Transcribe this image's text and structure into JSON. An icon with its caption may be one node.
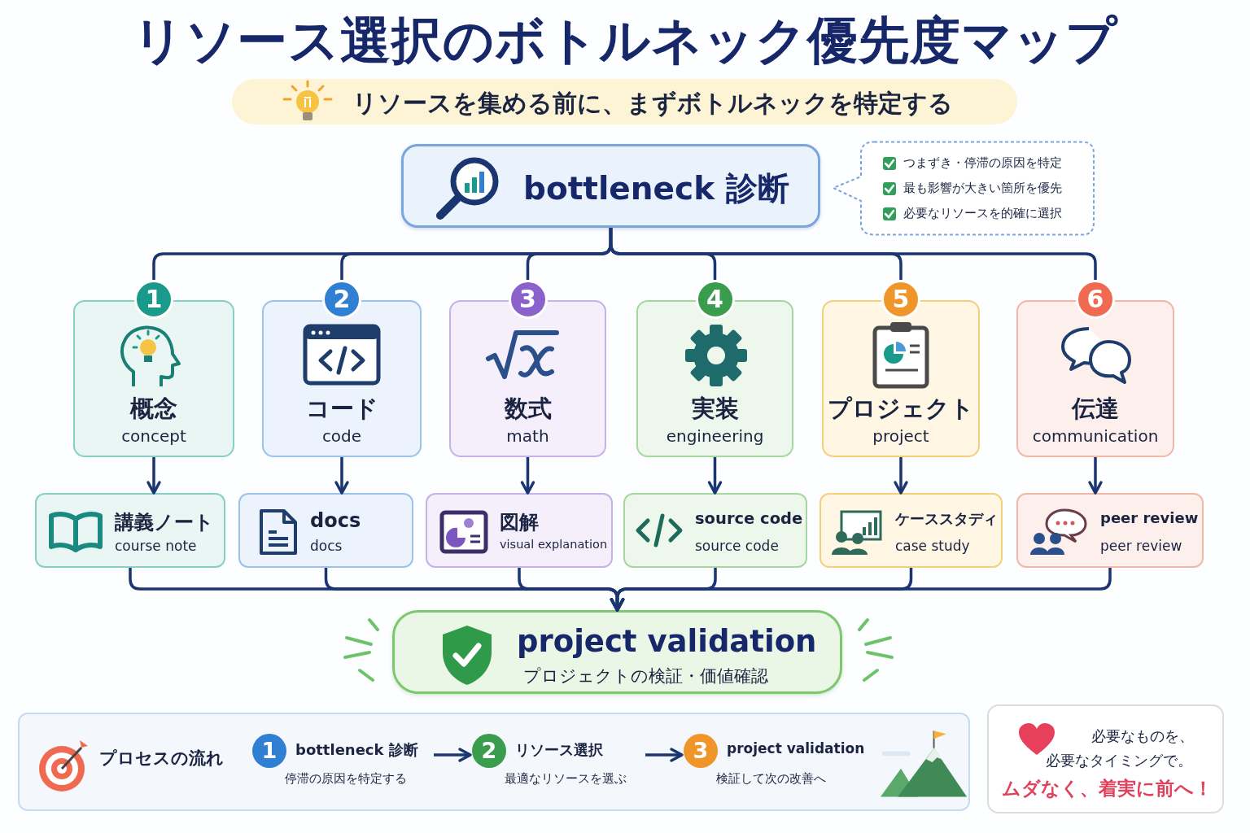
{
  "diagram": {
    "title": "リソース選択のボトルネック優先度マップ",
    "nodes": [
      {
        "text": [
          "リソースを集める前に、まずボトルネックを特定する"
        ]
      },
      {
        "text": [
          "bottleneck 診断"
        ]
      },
      {
        "text": [
          "つまずき・停滞の原因を特定",
          "最も影響が大きい箇所を優先",
          "必要なリソースを的確に選択"
        ]
      },
      {
        "text": [
          "1",
          "概念",
          "concept"
        ]
      },
      {
        "text": [
          "2",
          "コード",
          "code"
        ]
      },
      {
        "text": [
          "3",
          "数式",
          "math"
        ]
      },
      {
        "text": [
          "4",
          "実装",
          "engineering"
        ]
      },
      {
        "text": [
          "5",
          "プロジェクト",
          "project"
        ]
      },
      {
        "text": [
          "6",
          "伝達",
          "communication"
        ]
      },
      {
        "text": [
          "講義ノート",
          "course note"
        ]
      },
      {
        "text": [
          "docs",
          "docs"
        ]
      },
      {
        "text": [
          "図解",
          "visual explanation"
        ]
      },
      {
        "text": [
          "source code",
          "source code"
        ]
      },
      {
        "text": [
          "ケーススタディ",
          "case study"
        ]
      },
      {
        "text": [
          "peer review",
          "peer review"
        ]
      },
      {
        "text": [
          "project validation",
          "プロジェクトの検証・価値確認"
        ]
      },
      {
        "text": [
          "プロセスの流れ"
        ]
      },
      {
        "text": [
          "1",
          "bottleneck 診断",
          "停滞の原因を特定する"
        ],
        "in": 16
      },
      {
        "text": [
          "2",
          "リソース選択",
          "最適なリソースを選ぶ"
        ],
        "in": 16
      },
      {
        "text": [
          "3",
          "project validation",
          "検証して次の改善へ"
        ],
        "in": 16
      },
      {
        "text": [
          "必要なものを、必要なタイミングで。",
          "ムダなく、着実に前へ！"
        ]
      }
    ],
    "edges": [
      {
        "from": 1,
        "to": 3,
        "arrow": "none"
      },
      {
        "from": 1,
        "to": 4,
        "arrow": "none"
      },
      {
        "from": 1,
        "to": 5,
        "arrow": "none"
      },
      {
        "from": 1,
        "to": 6,
        "arrow": "none"
      },
      {
        "from": 1,
        "to": 7,
        "arrow": "none"
      },
      {
        "from": 1,
        "to": 8,
        "arrow": "none"
      },
      {
        "from": 3,
        "to": 9,
        "arrow": "to"
      },
      {
        "from": 4,
        "to": 10,
        "arrow": "to"
      },
      {
        "from": 5,
        "to": 11,
        "arrow": "to"
      },
      {
        "from": 6,
        "to": 12,
        "arrow": "to"
      },
      {
        "from": 7,
        "to": 13,
        "arrow": "to"
      },
      {
        "from": 8,
        "to": 14,
        "arrow": "to"
      },
      {
        "from": 9,
        "to": 15,
        "arrow": "to"
      },
      {
        "from": 10,
        "to": 15,
        "arrow": "to"
      },
      {
        "from": 11,
        "to": 15,
        "arrow": "to"
      },
      {
        "from": 12,
        "to": 15,
        "arrow": "to"
      },
      {
        "from": 13,
        "to": 15,
        "arrow": "to"
      },
      {
        "from": 14,
        "to": 15,
        "arrow": "to"
      },
      {
        "from": 17,
        "to": 18,
        "arrow": "to"
      },
      {
        "from": 18,
        "to": 19,
        "arrow": "to"
      }
    ]
  }
}
